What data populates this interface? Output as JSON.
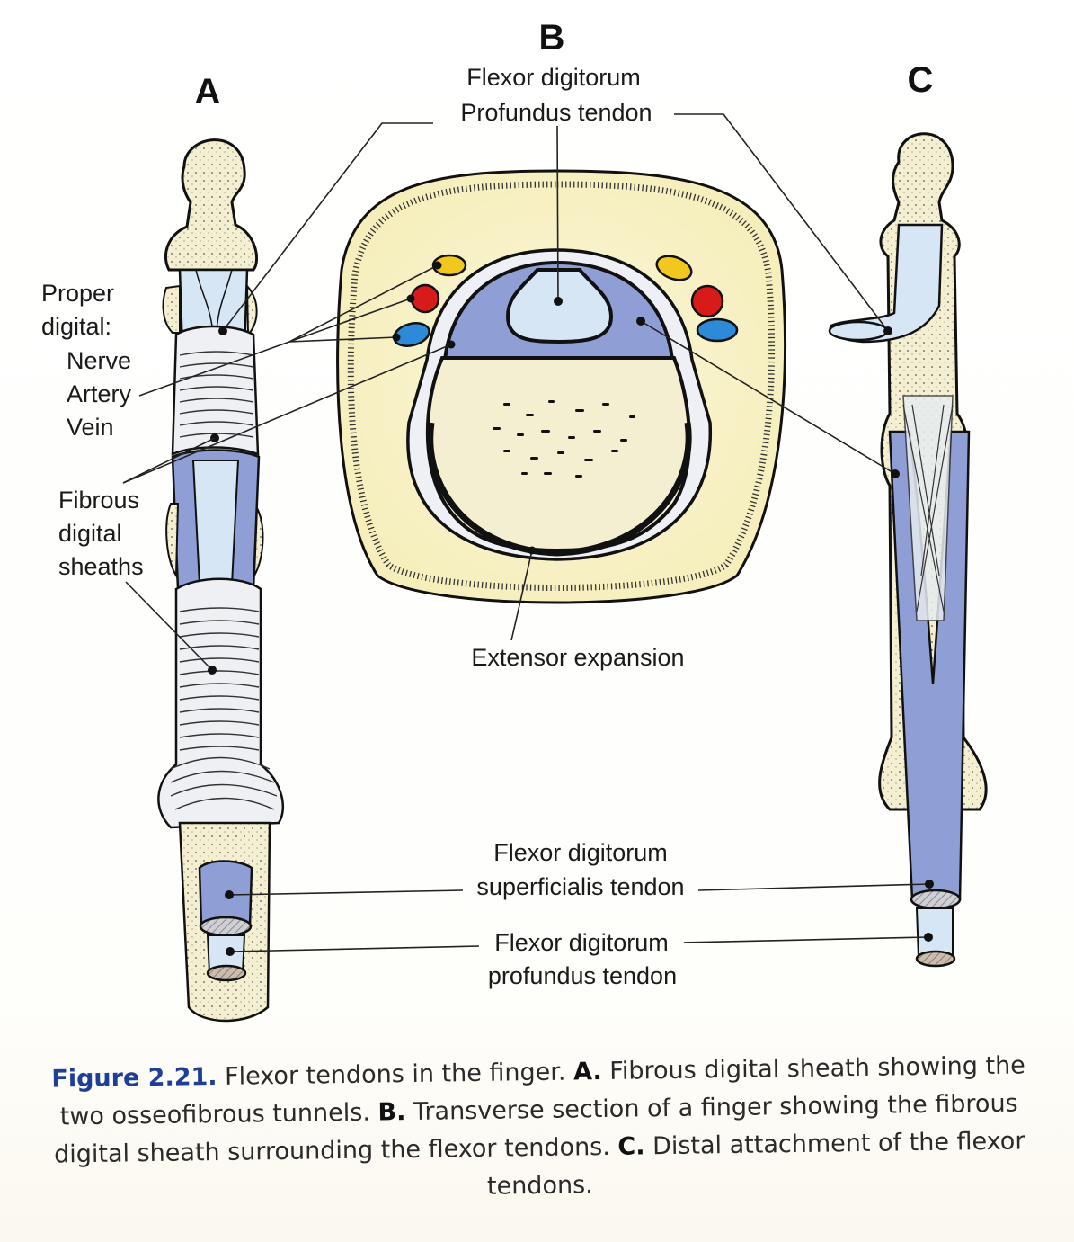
{
  "figure": {
    "panels": {
      "A": "A",
      "B": "B",
      "C": "C"
    },
    "labels": {
      "profundus_top_line1": "Flexor digitorum",
      "profundus_top_line2": "Profundus tendon",
      "proper_digital_line1": "Proper",
      "proper_digital_line2": "digital:",
      "nerve": "Nerve",
      "artery": "Artery",
      "vein": "Vein",
      "fibrous_line1": "Fibrous",
      "fibrous_line2": "digital",
      "fibrous_line3": "sheaths",
      "extensor_expansion": "Extensor expansion",
      "superficialis_line1": "Flexor digitorum",
      "superficialis_line2": "superficialis tendon",
      "profundus_bottom_line1": "Flexor digitorum",
      "profundus_bottom_line2": "profundus tendon"
    },
    "colors": {
      "bone": "#f5efd2",
      "tendon_light": "#d6e6f4",
      "tendon_dark": "#8f9fd6",
      "nerve": "#f2c81f",
      "artery": "#d71a1a",
      "vein": "#2d8ad8",
      "caption_accent": "#1f3f95"
    }
  },
  "caption": {
    "figure_number": "Figure 2.21.",
    "intro": " Flexor tendons in the finger. ",
    "a_label": "A.",
    "a_text": " Fibrous digital sheath showing the two osseofibrous tunnels. ",
    "b_label": "B.",
    "b_text": " Transverse section of a finger showing the fibrous digital sheath surrounding the flexor tendons. ",
    "c_label": "C.",
    "c_text": " Distal attachment of the flexor tendons."
  }
}
